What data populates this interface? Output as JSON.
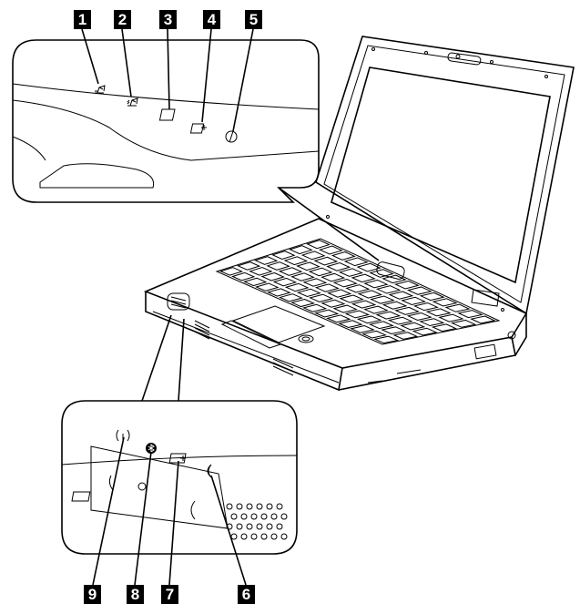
{
  "callouts_top": [
    "1",
    "2",
    "3",
    "4",
    "5"
  ],
  "callouts_bottom": [
    "9",
    "8",
    "7",
    "6"
  ],
  "icons_top": [
    "drive-activity-icon",
    "numlock-icon",
    "caps-lock-icon",
    "battery-status-icon",
    "power-icon"
  ],
  "icons_bottom": [
    "wireless-icon",
    "bluetooth-icon",
    "battery-icon",
    "standby-moon-icon"
  ],
  "colors": {
    "ink": "#000000",
    "paper": "#ffffff",
    "callout_bg": "#000000",
    "callout_text": "#ffffff"
  }
}
